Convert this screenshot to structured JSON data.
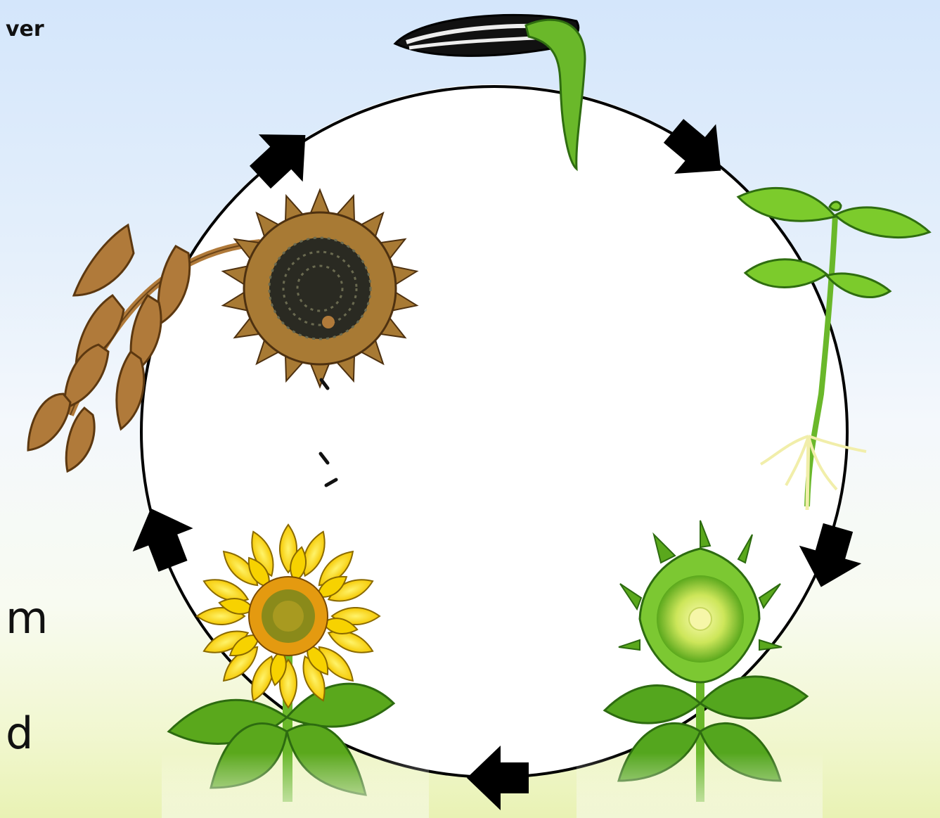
{
  "text": {
    "title_fragment": "ver",
    "fragment_1": "m",
    "fragment_2": "d"
  },
  "colors": {
    "cycle_line": "#000000",
    "arrow": "#000000",
    "leaf_green": "#7ccb2c",
    "petal_yellow": "#ffe51e",
    "dry_brown": "#b07a3a"
  },
  "stages": [
    "germinating-seed",
    "seedling",
    "budding-plant",
    "flowering-sunflower",
    "dried-seed-head"
  ]
}
